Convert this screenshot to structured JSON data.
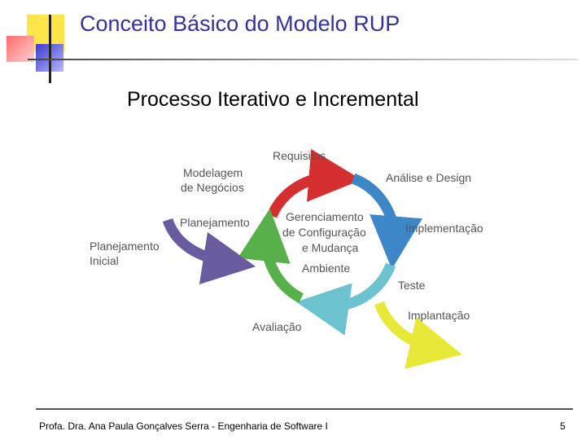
{
  "slide": {
    "title": "Conceito Básico do Modelo RUP",
    "subtitle": "Processo Iterativo e Incremental",
    "footer": "Profa. Dra. Ana Paula Gonçalves Serra - Engenharia de Software I",
    "page_number": "5"
  },
  "diagram": {
    "labels": {
      "requisitos": "Requisitos",
      "modelagem_1": "Modelagem",
      "modelagem_2": "de Negócios",
      "analise": "Análise e Design",
      "planejamento": "Planejamento",
      "gerenciamento_1": "Gerenciamento",
      "gerenciamento_2": "de Configuração",
      "gerenciamento_3": "e Mudança",
      "implementacao": "Implementação",
      "plan_inicial_1": "Planejamento",
      "plan_inicial_2": "Inicial",
      "ambiente": "Ambiente",
      "teste": "Teste",
      "implantacao": "Implantação",
      "avaliacao": "Avaliação"
    },
    "colors": {
      "red": "#d62f2f",
      "blue": "#3d86c8",
      "teal": "#6cc3cf",
      "green": "#58b04a",
      "purple": "#6a5a9e",
      "yellow": "#e8e838",
      "title": "#333399",
      "label": "#555555"
    }
  }
}
